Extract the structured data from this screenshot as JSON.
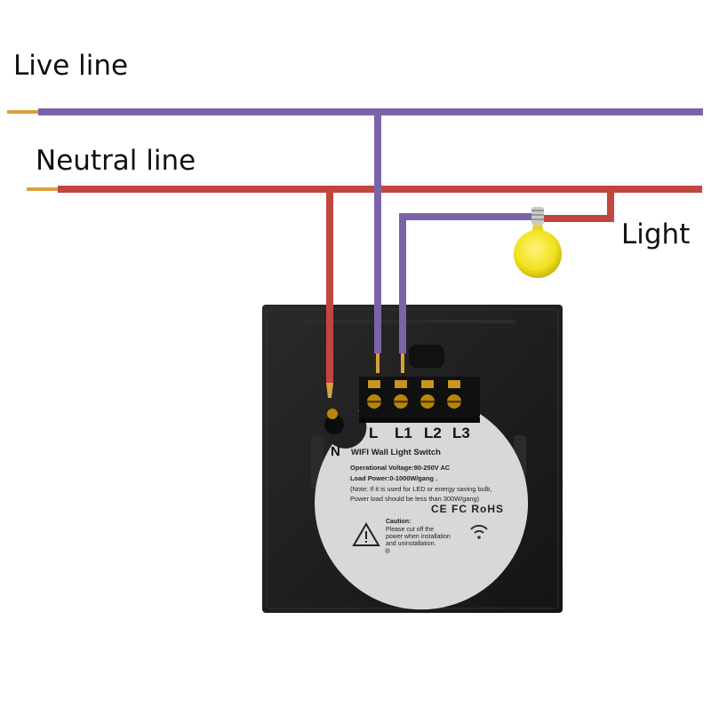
{
  "labels": {
    "live_line": "Live line",
    "neutral_line": "Neutral line",
    "light": "Light"
  },
  "terminals": {
    "n": "N",
    "l": "L",
    "l1": "L1",
    "l2": "L2",
    "l3": "L3"
  },
  "plate": {
    "title": "WIFI Wall Light Switch",
    "voltage": "Operational Voltage:90-250V AC",
    "load": "Load Power:0-1000W/gang .",
    "note_1": "(Note: If it is used for LED or energy saving bulb,",
    "note_2": "Power load should be less than 300W/gang)",
    "marks": "CE FC RoHS",
    "caution_title": "Caution:",
    "caution_1": "Please cut off the",
    "caution_2": "power when installation",
    "caution_3": "and uninstallation."
  },
  "icons": [
    "warning-triangle-icon",
    "wifi-icon",
    "light-bulb-icon"
  ],
  "colors": {
    "live_wire": "#7B63A8",
    "neutral_wire": "#C1463F",
    "copper_tip": "#D9A03A",
    "switch_body": "#1E1E1E",
    "label_plate": "#D8D8DA",
    "bulb": "#F2E21C"
  }
}
